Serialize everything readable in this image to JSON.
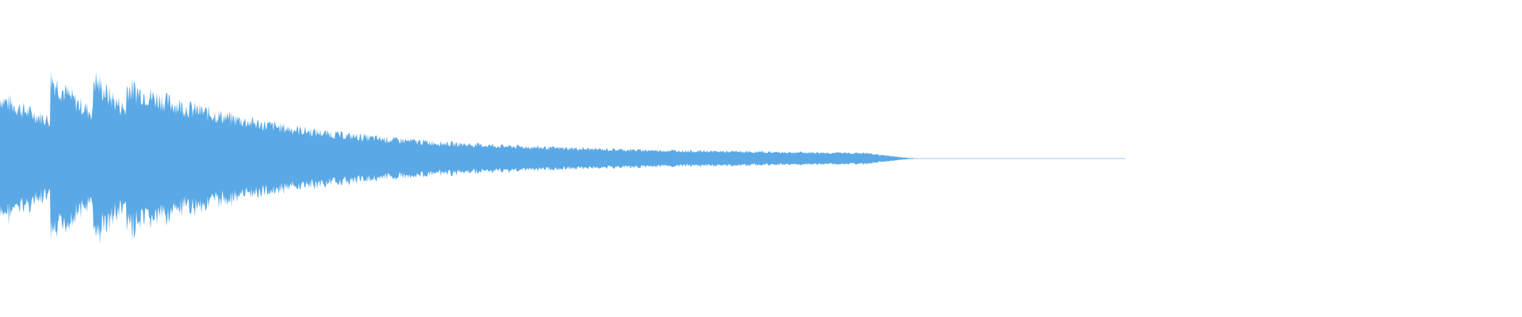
{
  "waveform": {
    "color": "#5aa9e6",
    "background": "#ffffff",
    "duration_fraction_with_audio": 0.6,
    "transients": [
      {
        "position": 0.0,
        "peak": 0.72,
        "decay": 0.06
      },
      {
        "position": 0.033,
        "peak": 0.97,
        "decay": 0.04
      },
      {
        "position": 0.061,
        "peak": 0.97,
        "decay": 0.035
      },
      {
        "position": 0.083,
        "peak": 0.85,
        "decay": 0.1
      },
      {
        "position": 0.154,
        "peak": 0.16,
        "decay": 0.05
      },
      {
        "position": 0.215,
        "peak": 0.14,
        "decay": 0.06
      },
      {
        "position": 0.279,
        "peak": 0.1,
        "decay": 0.06
      },
      {
        "position": 0.338,
        "peak": 0.05,
        "decay": 0.07
      },
      {
        "position": 0.4,
        "peak": 0.02,
        "decay": 0.08
      }
    ]
  }
}
